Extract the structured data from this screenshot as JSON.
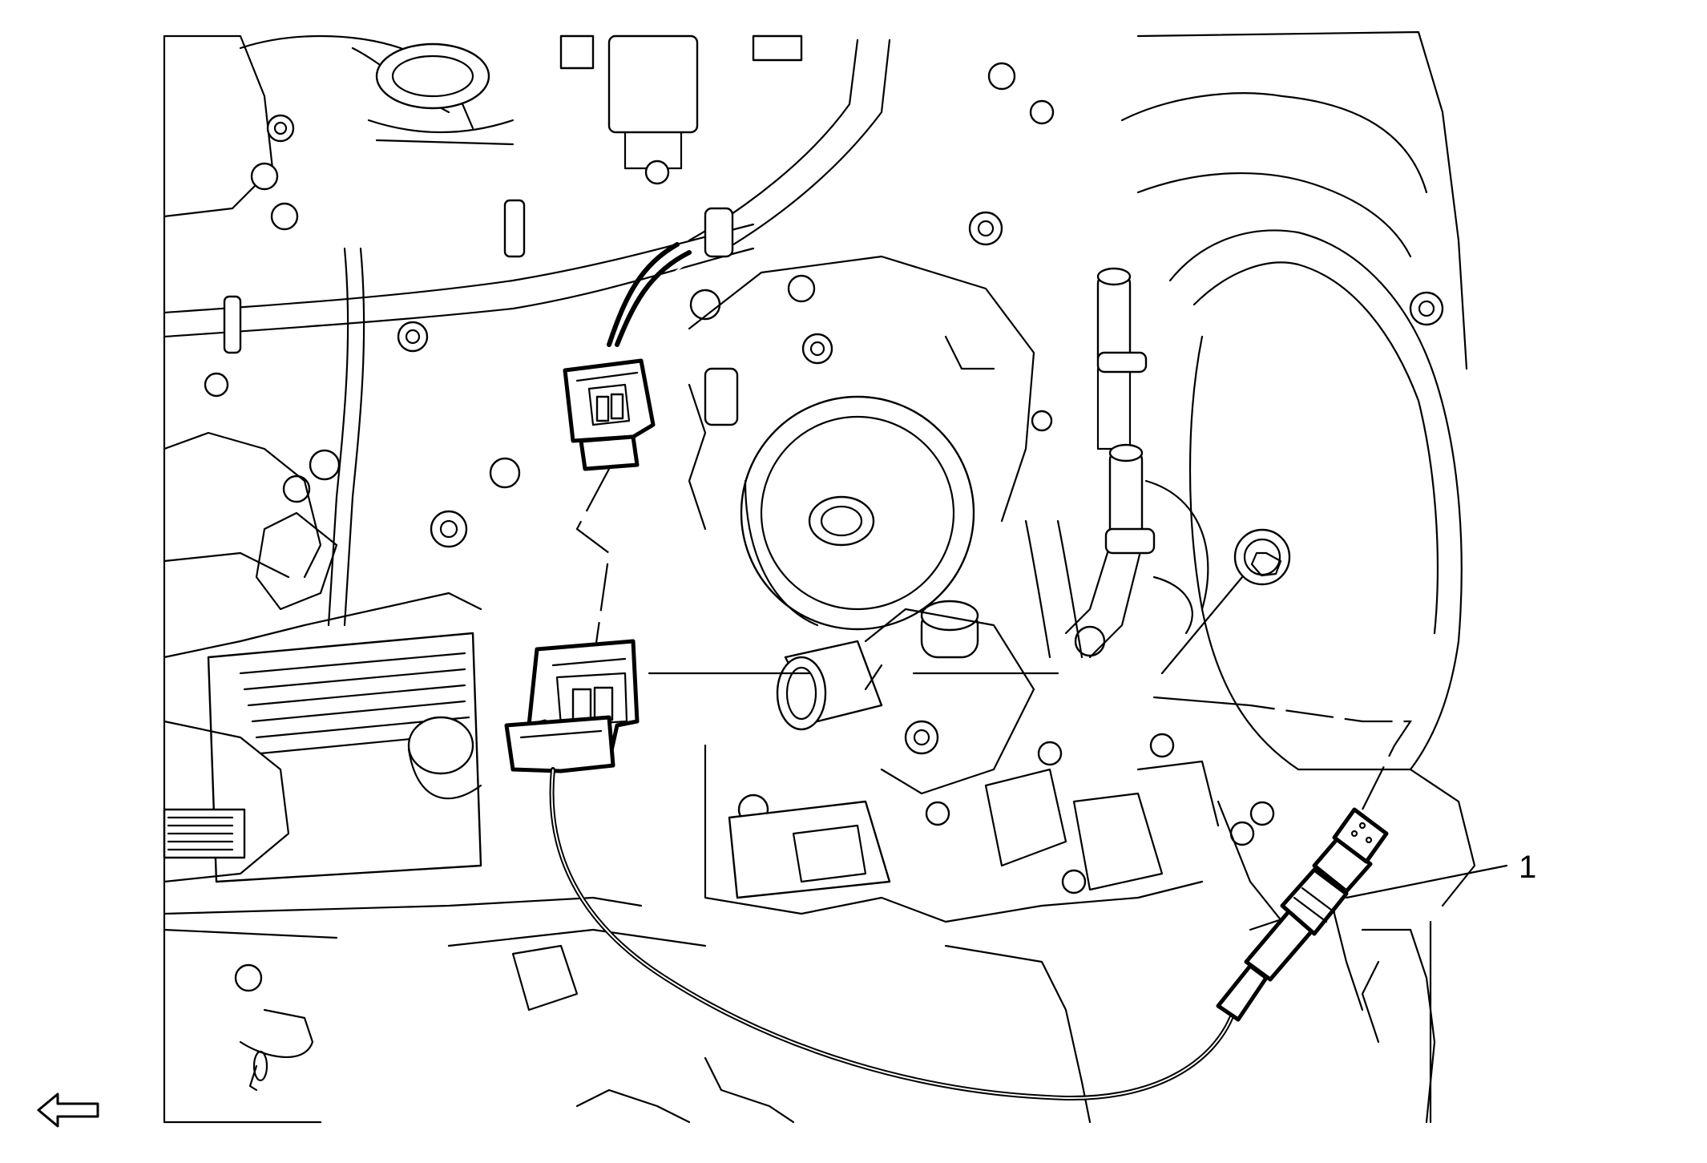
{
  "callouts": [
    {
      "label": "1",
      "target": "oxygen-sensor"
    }
  ],
  "view_arrow": {
    "direction": "left",
    "icon": "left-arrow-icon"
  }
}
